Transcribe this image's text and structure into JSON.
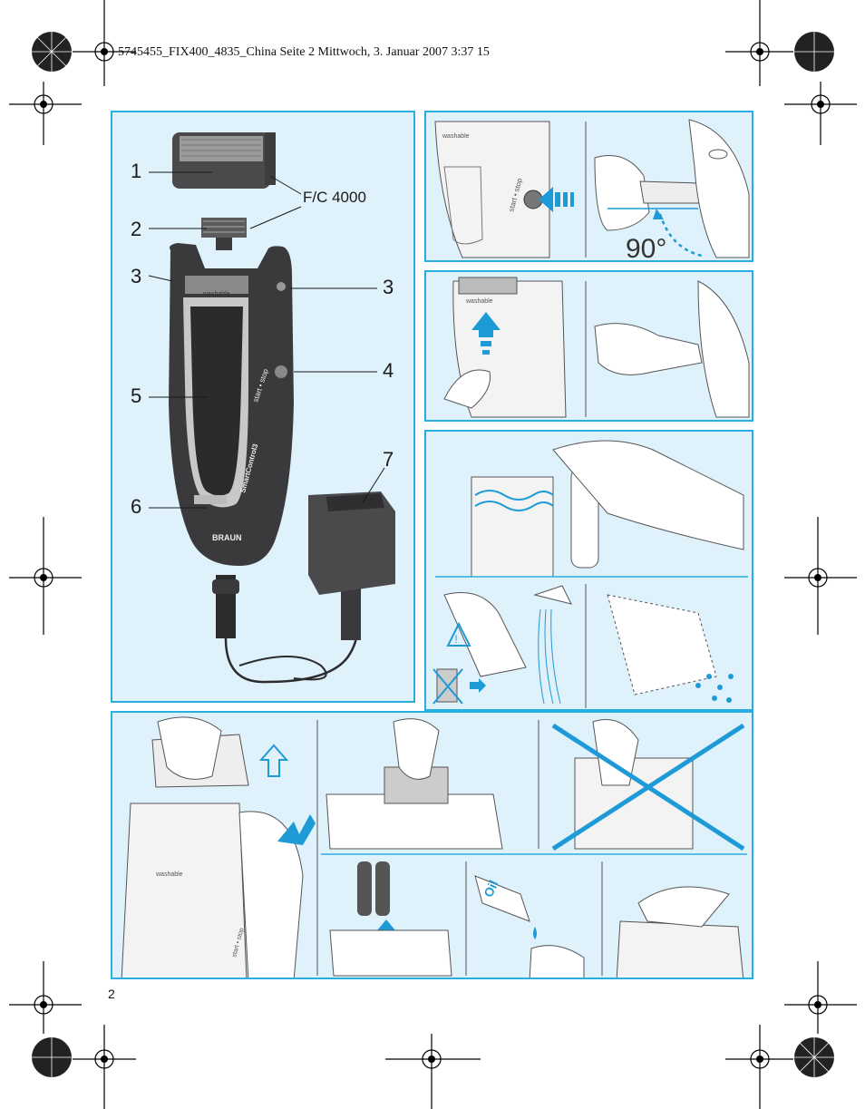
{
  "header": {
    "print_info": "5745455_FIX400_4835_China  Seite 2  Mittwoch, 3. Januar 2007  3:37 15"
  },
  "page_number": "2",
  "overview": {
    "callouts": [
      "1",
      "2",
      "3",
      "3",
      "4",
      "5",
      "6",
      "7"
    ],
    "part_label": "F/C 4000",
    "brand": "BRAUN",
    "model": "SmartControl3",
    "switch_text": "start • stop",
    "washable": "washable"
  },
  "steps": {
    "angle_label": "90°",
    "oil_label": "Oil",
    "washable": "washable",
    "switch_text": "start • stop"
  },
  "colors": {
    "accent": "#2aaee0",
    "panel_bg": "#dff1fa",
    "arrow": "#1e9bd7",
    "shaver": "#3a3a3c"
  }
}
